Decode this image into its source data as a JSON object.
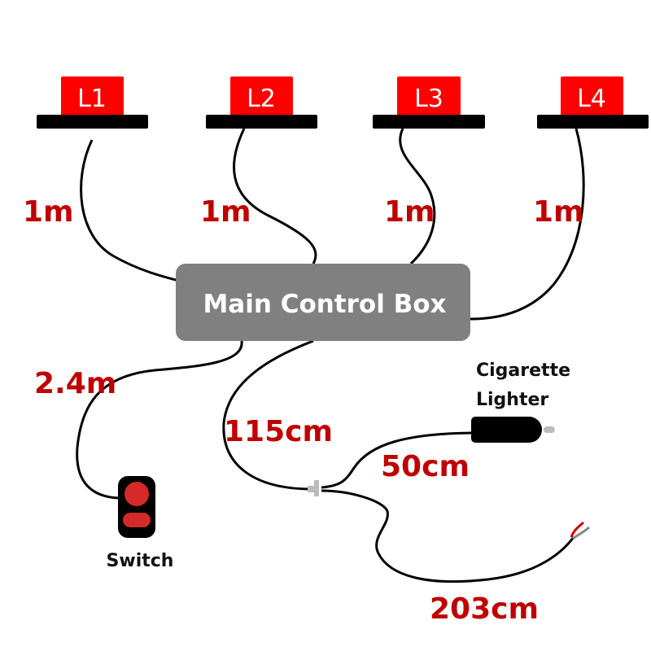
{
  "lights": [
    {
      "label": "L1"
    },
    {
      "label": "L2"
    },
    {
      "label": "L3"
    },
    {
      "label": "L4"
    }
  ],
  "control_box": {
    "label": "Main Control Box"
  },
  "lengths": {
    "l1": "1m",
    "l2": "1m",
    "l3": "1m",
    "l4": "1m",
    "switch": "2.4m",
    "main": "115cm",
    "lighter": "50cm",
    "bare": "203cm"
  },
  "switch": {
    "label": "Switch"
  },
  "lighter": {
    "label_line1": "Cigarette",
    "label_line2": "Lighter"
  },
  "colors": {
    "light": "#ff0000",
    "box": "#808080",
    "label": "#c00000"
  }
}
